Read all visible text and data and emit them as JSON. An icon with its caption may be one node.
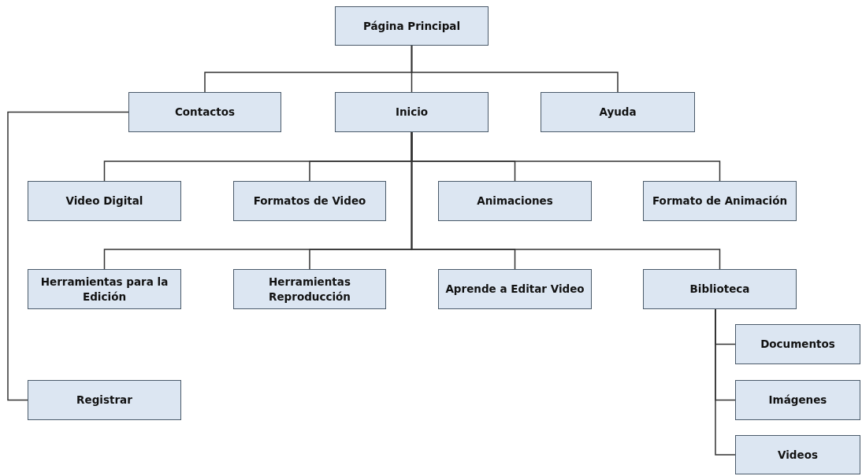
{
  "diagram": {
    "nodes": [
      {
        "text": [
          "Página Principal"
        ]
      },
      {
        "text": [
          "Contactos"
        ]
      },
      {
        "text": [
          "Inicio"
        ]
      },
      {
        "text": [
          "Ayuda"
        ]
      },
      {
        "text": [
          "Video Digital"
        ]
      },
      {
        "text": [
          "Formatos de Video"
        ]
      },
      {
        "text": [
          "Animaciones"
        ]
      },
      {
        "text": [
          "Formato de Animación"
        ]
      },
      {
        "text": [
          "Herramientas para la Edición"
        ]
      },
      {
        "text": [
          "Herramientas Reproducción"
        ]
      },
      {
        "text": [
          "Aprende a Editar Video"
        ]
      },
      {
        "text": [
          "Biblioteca"
        ]
      },
      {
        "text": [
          "Documentos"
        ]
      },
      {
        "text": [
          "Imágenes"
        ]
      },
      {
        "text": [
          "Videos"
        ]
      },
      {
        "text": [
          "Registrar"
        ]
      }
    ],
    "edges": [
      {
        "from": 0,
        "to": 1,
        "arrow": "none"
      },
      {
        "from": 0,
        "to": 2,
        "arrow": "none"
      },
      {
        "from": 0,
        "to": 3,
        "arrow": "none"
      },
      {
        "from": 2,
        "to": 4,
        "arrow": "none"
      },
      {
        "from": 2,
        "to": 5,
        "arrow": "none"
      },
      {
        "from": 2,
        "to": 6,
        "arrow": "none"
      },
      {
        "from": 2,
        "to": 7,
        "arrow": "none"
      },
      {
        "from": 2,
        "to": 8,
        "arrow": "none"
      },
      {
        "from": 2,
        "to": 9,
        "arrow": "none"
      },
      {
        "from": 2,
        "to": 10,
        "arrow": "none"
      },
      {
        "from": 2,
        "to": 11,
        "arrow": "none"
      },
      {
        "from": 11,
        "to": 12,
        "arrow": "none"
      },
      {
        "from": 11,
        "to": 13,
        "arrow": "none"
      },
      {
        "from": 11,
        "to": 14,
        "arrow": "none"
      },
      {
        "from": 1,
        "to": 15,
        "arrow": "none"
      }
    ]
  }
}
